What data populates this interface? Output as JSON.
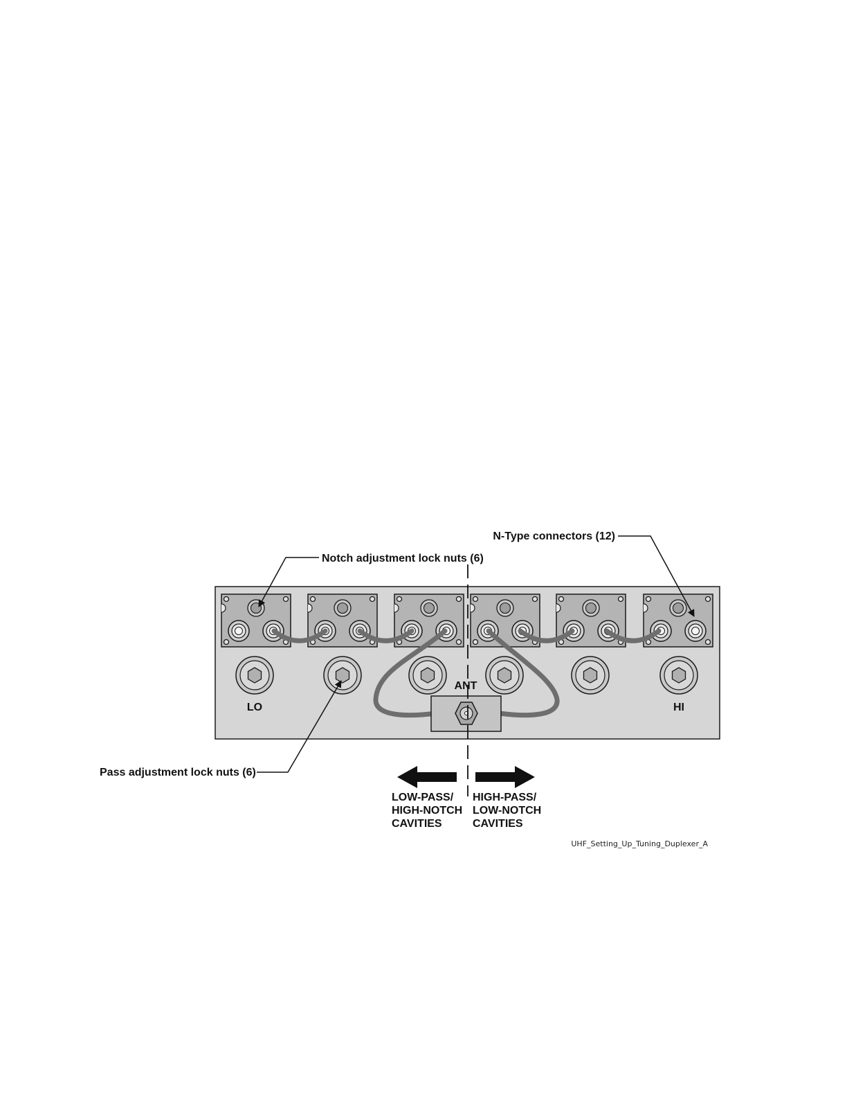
{
  "labels": {
    "ntype": "N-Type connectors (12)",
    "notch": "Notch adjustment lock nuts (6)",
    "pass": "Pass adjustment lock nuts (6)",
    "ant": "ANT",
    "lo": "LO",
    "hi": "HI",
    "low_side": [
      "LOW-PASS/",
      "HIGH-NOTCH",
      "CAVITIES"
    ],
    "high_side": [
      "HIGH-PASS/",
      "LOW-NOTCH",
      "CAVITIES"
    ]
  },
  "caption": "UHF_Setting_Up_Tuning_Duplexer_A",
  "colors": {
    "panel": "#d6d6d6",
    "plate": "#b4b4b4",
    "cable": "#6e6e6e",
    "stroke": "#1a1a1a"
  }
}
